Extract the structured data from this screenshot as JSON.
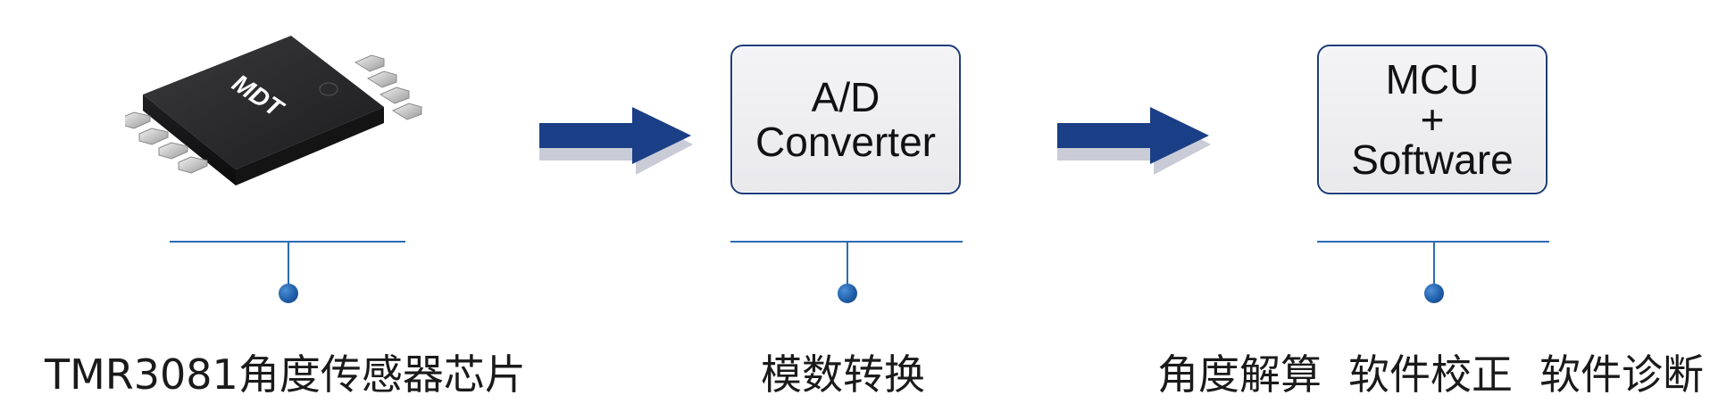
{
  "chip": {
    "logo_text": "MDT"
  },
  "boxes": {
    "converter": {
      "line1": "A/D",
      "line2": "Converter"
    },
    "mcu": {
      "line1": "MCU",
      "line2": "+",
      "line3": "Software"
    }
  },
  "captions": {
    "chip": "TMR3081角度传感器芯片",
    "converter": "模数转换",
    "mcu_items": [
      "角度解算",
      "软件校正",
      "软件诊断"
    ]
  },
  "colors": {
    "accent": "#1e3c78",
    "connector": "#2b6cb3",
    "arrow": "#1a3f86",
    "arrow_shadow": "#c9ccd6"
  }
}
